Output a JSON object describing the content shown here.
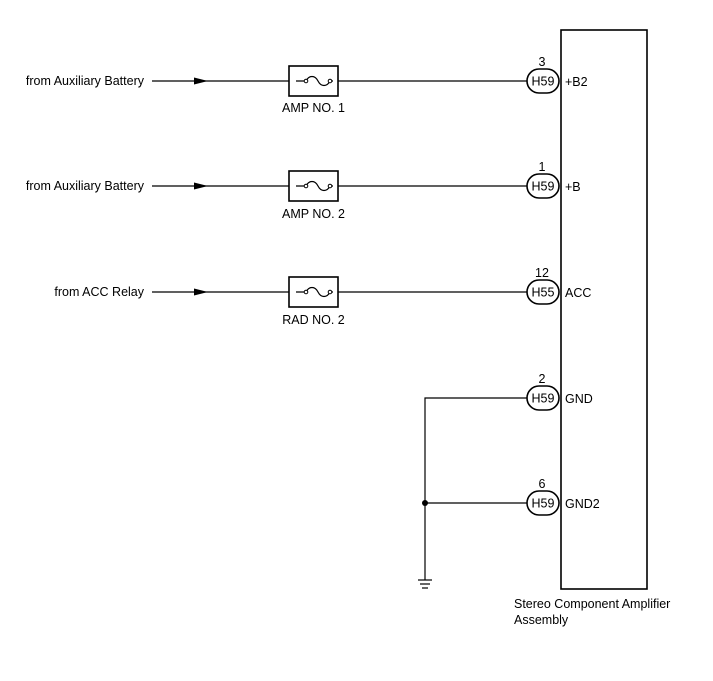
{
  "colors": {
    "line": "#000000",
    "background": "#ffffff"
  },
  "circuits": [
    {
      "source": "from Auxiliary Battery",
      "fuse": "AMP NO. 1",
      "connector": "H59",
      "pin": "3",
      "terminal": "+B2"
    },
    {
      "source": "from Auxiliary Battery",
      "fuse": "AMP NO. 2",
      "connector": "H59",
      "pin": "1",
      "terminal": "+B"
    },
    {
      "source": "from ACC Relay",
      "fuse": "RAD NO. 2",
      "connector": "H55",
      "pin": "12",
      "terminal": "ACC"
    }
  ],
  "grounds": [
    {
      "connector": "H59",
      "pin": "2",
      "terminal": "GND"
    },
    {
      "connector": "H59",
      "pin": "6",
      "terminal": "GND2"
    }
  ],
  "component": {
    "label_line1": "Stereo Component Amplifier",
    "label_line2": "Assembly"
  },
  "icons": {
    "fuse": "fuse-icon",
    "arrow": "arrow-right-icon",
    "ground": "ground-icon",
    "junction": "junction-dot"
  }
}
